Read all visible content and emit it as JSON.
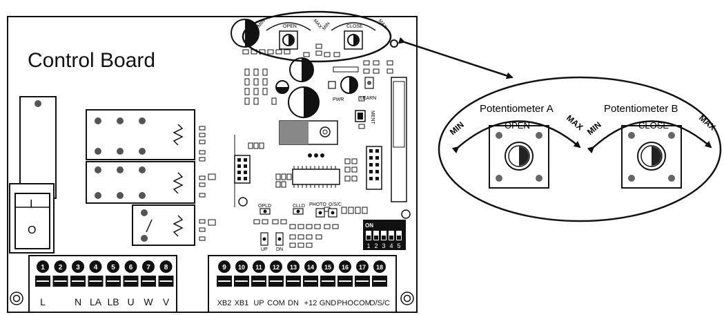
{
  "board": {
    "title": "Control Board",
    "switch_on": "I",
    "switch_off": "O",
    "left_terminal_numbers": [
      "1",
      "2",
      "3",
      "4",
      "5",
      "6",
      "7",
      "8"
    ],
    "left_terminal_labels": [
      "L",
      "",
      "N",
      "LA",
      "LB",
      "U",
      "W",
      "V"
    ],
    "right_terminal_numbers": [
      "9",
      "10",
      "11",
      "12",
      "13",
      "14",
      "15",
      "16",
      "17",
      "18"
    ],
    "right_terminal_labels": [
      "XB2",
      "XB1",
      "UP",
      "COM",
      "DN",
      "+12",
      "GND",
      "PHO",
      "COM",
      "O/S/C"
    ],
    "silkscreen": {
      "open_small": "OPEN",
      "close_small": "CLOSE",
      "min": "MIN",
      "max": "MAX",
      "pwr": "PWR",
      "learn": "LEARN",
      "ment": "MENT",
      "opld": "OPLD",
      "clld": "CLLD",
      "photo": "PHOTO",
      "osc": "O/S/C",
      "up": "UP",
      "dn": "DN"
    },
    "dip": {
      "on_label": "ON",
      "numbers": [
        "1",
        "2",
        "3",
        "4",
        "5"
      ]
    }
  },
  "callout": {
    "pot_a_title": "Potentiometer A",
    "pot_b_title": "Potentiometer B",
    "pot_a_label": "OPEN",
    "pot_b_label": "CLOSE",
    "min": "MIN",
    "max": "MAX"
  }
}
